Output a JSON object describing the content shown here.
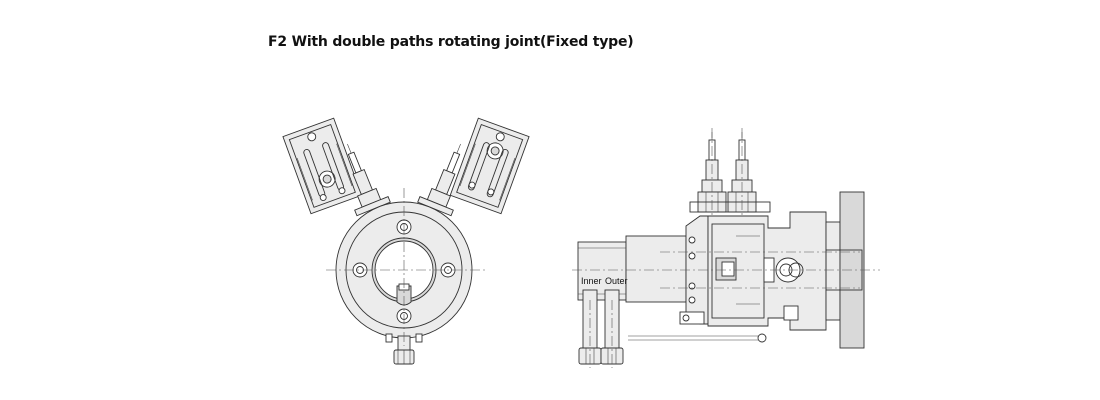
{
  "title": "F2 With double paths rotating joint(Fixed type)",
  "side_view": {
    "inner_label": "Inner",
    "outer_label": "Outer"
  },
  "colors": {
    "line": "#333333",
    "fill": "#ececec",
    "background": "#ffffff"
  }
}
